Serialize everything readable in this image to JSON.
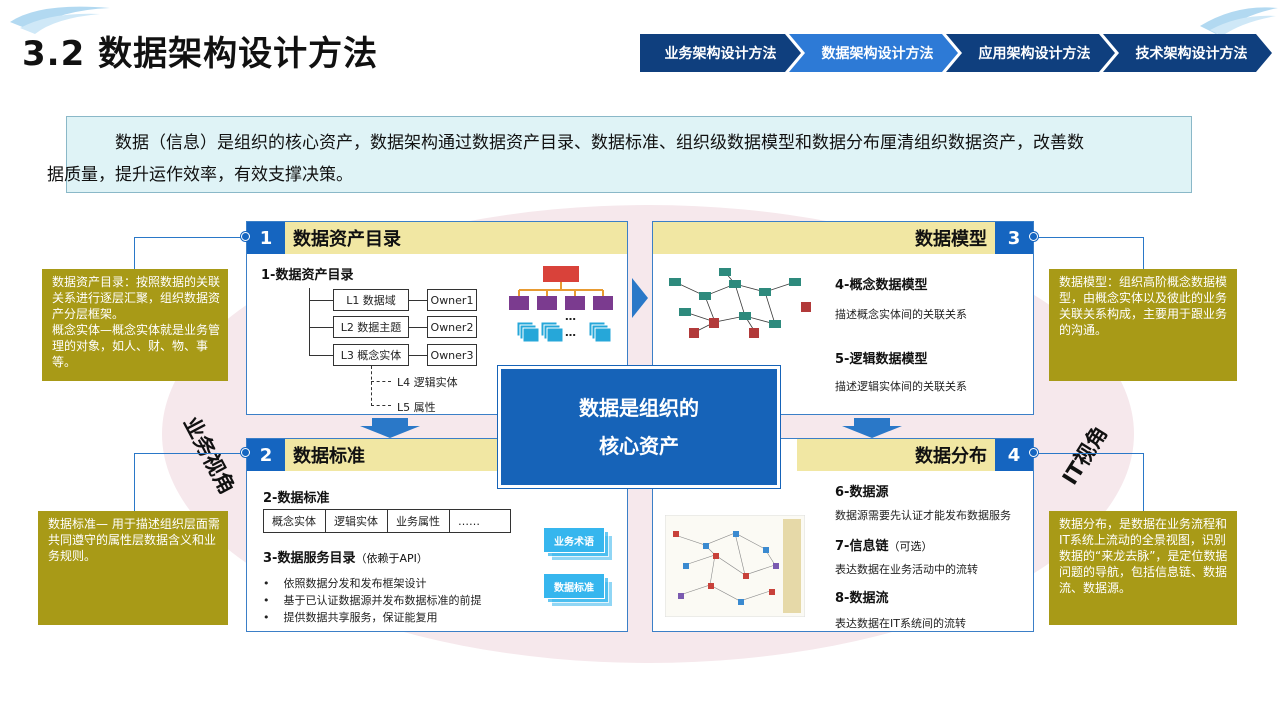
{
  "header": {
    "title": "3.2 数据架构设计方法",
    "nav": [
      {
        "label": "业务架构设计方法",
        "active": false
      },
      {
        "label": "数据架构设计方法",
        "active": true
      },
      {
        "label": "应用架构设计方法",
        "active": false
      },
      {
        "label": "技术架构设计方法",
        "active": false
      }
    ]
  },
  "intro": {
    "line1": "数据（信息）是组织的核心资产，数据架构通过数据资产目录、数据标准、组织级数据模型和数据分布厘清组织数据资产，改善数",
    "line2": "据质量，提升运作效率，有效支撑决策。"
  },
  "center": {
    "line1": "数据是组织的",
    "line2": "核心资产"
  },
  "perspectives": {
    "left": "业务视角",
    "right": "IT视角"
  },
  "panel1": {
    "num": "1",
    "title": "数据资产目录",
    "sub": "1-数据资产目录",
    "tree": {
      "levels": [
        "L1 数据域",
        "L2 数据主题",
        "L3 概念实体",
        "L4 逻辑实体",
        "L5 属性"
      ],
      "owners": [
        "Owner1",
        "Owner2",
        "Owner3"
      ]
    },
    "ellipsis": "…"
  },
  "panel2": {
    "num": "2",
    "title": "数据标准",
    "sub": "2-数据标准",
    "attrs": [
      "概念实体",
      "逻辑实体",
      "业务属性",
      "……"
    ],
    "service_title": "3-数据服务目录",
    "service_note": "（依赖于API）",
    "bullets": [
      "依照数据分发和发布框架设计",
      "基于已认证数据源并发布数据标准的前提",
      "提供数据共享服务，保证能复用"
    ],
    "stack_labels": [
      "业务术语",
      "数据标准"
    ]
  },
  "panel3": {
    "num": "3",
    "title": "数据模型",
    "items": [
      {
        "title": "4-概念数据模型",
        "desc": "描述概念实体间的关联关系"
      },
      {
        "title": "5-逻辑数据模型",
        "desc": "描述逻辑实体间的关联关系"
      }
    ]
  },
  "panel4": {
    "num": "4",
    "title": "数据分布",
    "items": [
      {
        "title": "6-数据源",
        "note": "",
        "desc": "数据源需要先认证才能发布数据服务"
      },
      {
        "title": "7-信息链",
        "note": "（可选）",
        "desc": "表达数据在业务活动中的流转"
      },
      {
        "title": "8-数据流",
        "note": "",
        "desc": "表达数据在IT系统间的流转"
      }
    ]
  },
  "notes": {
    "n1": "数据资产目录：按照数据的关联关系进行逐层汇聚，组织数据资产分层框架。\n概念实体—概念实体就是业务管理的对象，如人、财、物、事等。",
    "n2": "数据标准— 用于描述组织层面需共同遵守的属性层数据含义和业务规则。",
    "n3": "数据模型：组织高阶概念数据模型，由概念实体以及彼此的业务关联关系构成，主要用于跟业务的沟通。",
    "n4": "数据分布，是数据在业务流程和IT系统上流动的全景视图，识别数据的“来龙去脉”，是定位数据问题的导航，包括信息链、数据流、数据源。"
  },
  "colors": {
    "navy": "#0f3f7e",
    "accent": "#2d7ad6",
    "badge": "#1565c0",
    "headband": "#f1e7a3",
    "note": "#a89a17",
    "intro_bg": "#dff3f6"
  }
}
